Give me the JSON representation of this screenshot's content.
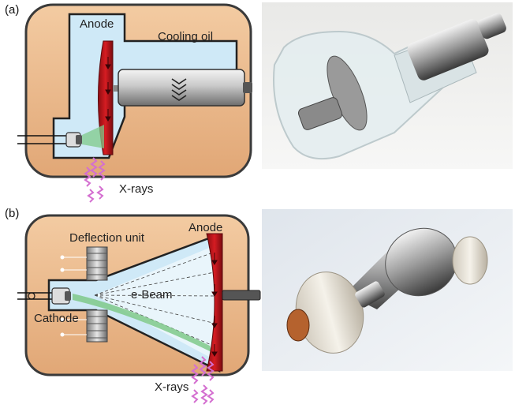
{
  "panel_a": {
    "panel_label": "(a)",
    "anode_label": "Anode",
    "coolant_label": "Cooling oil",
    "xray_label": "X-rays"
  },
  "panel_b": {
    "panel_label": "(b)",
    "deflection_label": "Deflection unit",
    "anode_label": "Anode",
    "beam_label": "e-Beam",
    "cathode_label": "Cathode",
    "xray_label": "X-rays"
  },
  "colors": {
    "oil": "#e8b88c",
    "vacuum": "#cfe9f7",
    "anode": "#c4141c",
    "beam": "#7fc98a",
    "xray": "#d46fd0"
  }
}
